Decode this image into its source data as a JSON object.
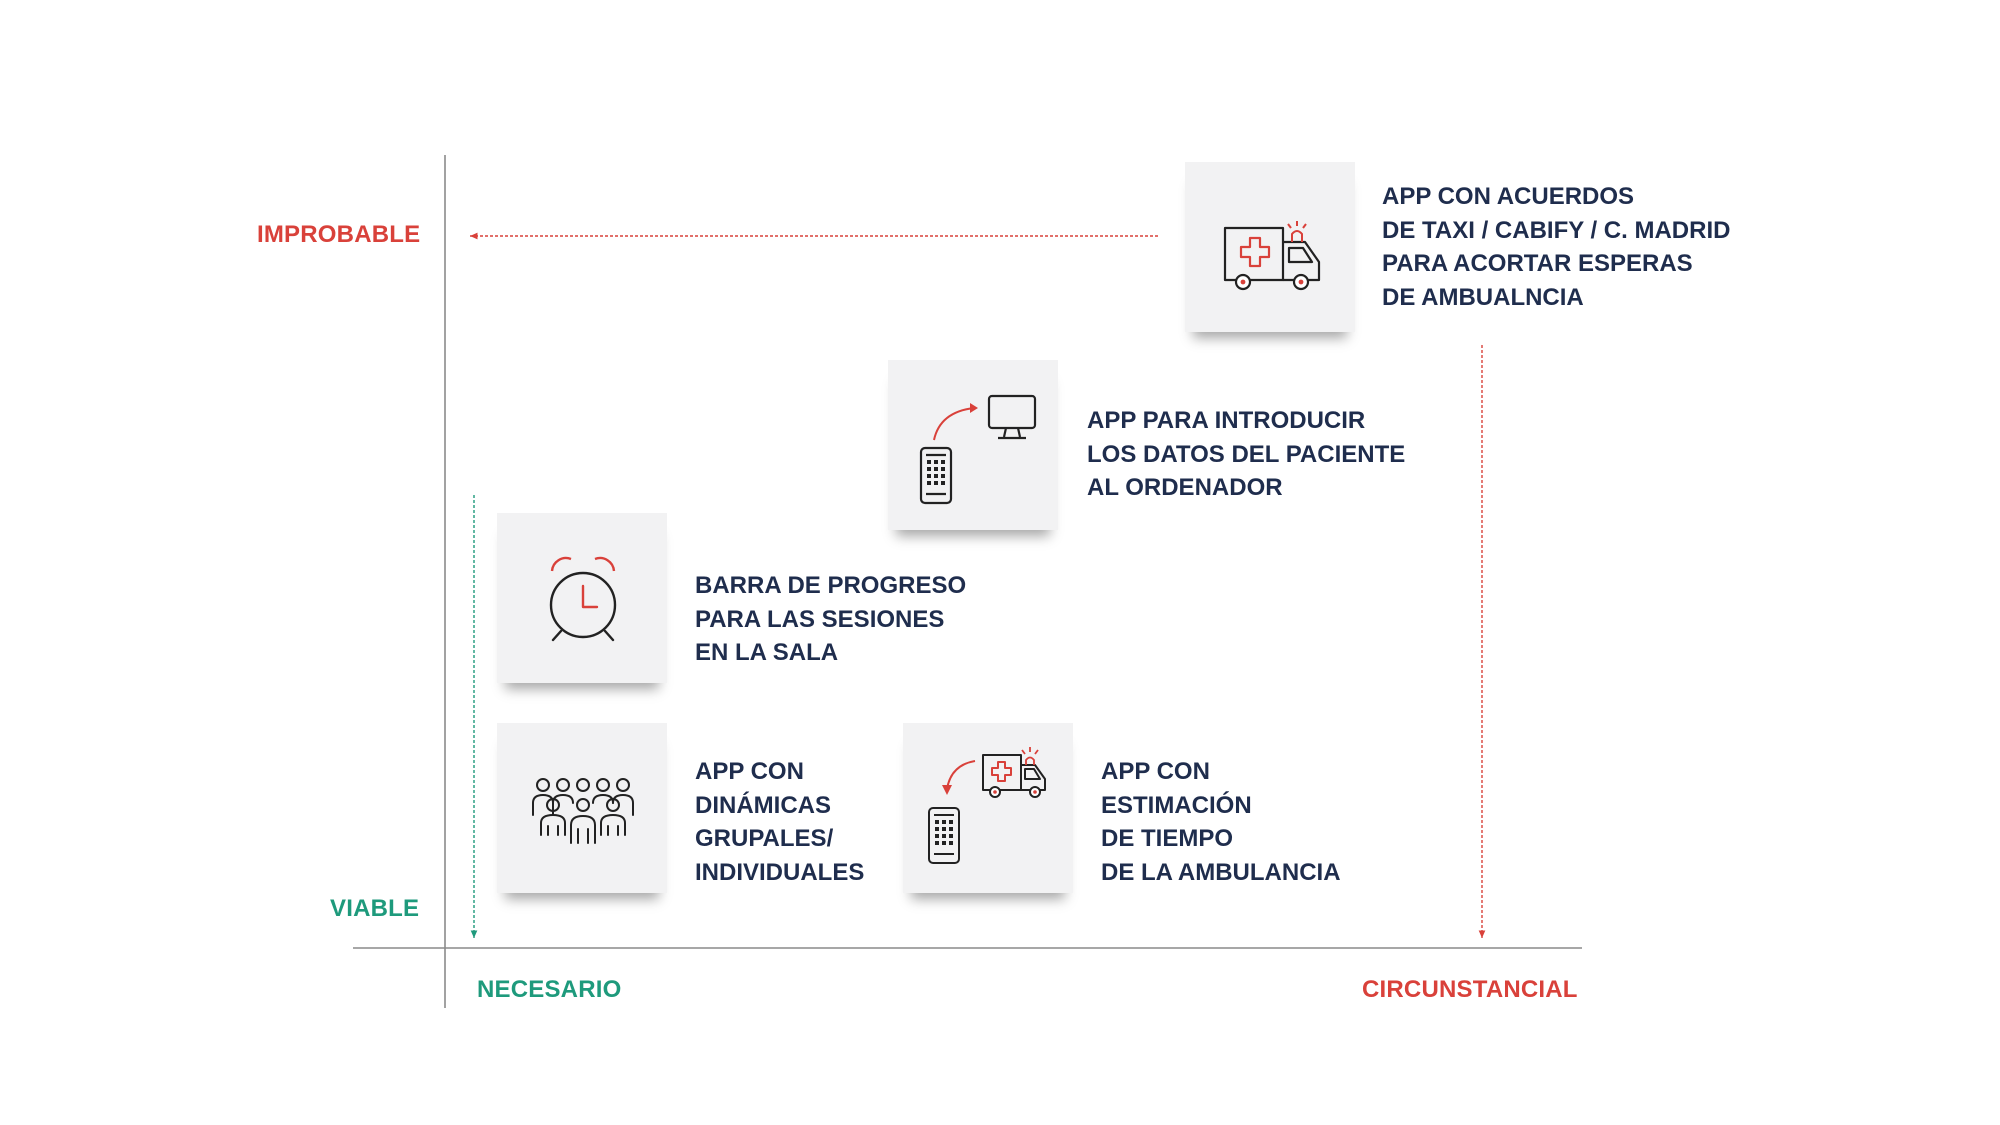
{
  "axes": {
    "y_top": "IMPROBABLE",
    "y_bottom": "VIABLE",
    "x_left": "NECESARIO",
    "x_right": "CIRCUNSTANCIAL"
  },
  "colors": {
    "red": "#d9413a",
    "green": "#1e9a7c",
    "navy": "#1f2d4d",
    "card": "#f2f2f3",
    "axis": "#8a8a8a"
  },
  "ideas": [
    {
      "id": "taxi",
      "icon": "ambulance-icon",
      "lines": [
        "APP CON ACUERDOS",
        "DE TAXI / CABIFY / C. MADRID",
        "PARA ACORTAR ESPERAS",
        "DE AMBUALNCIA"
      ]
    },
    {
      "id": "datos",
      "icon": "phone-to-computer-icon",
      "lines": [
        "APP PARA INTRODUCIR",
        "LOS DATOS DEL PACIENTE",
        "AL ORDENADOR"
      ]
    },
    {
      "id": "barra",
      "icon": "alarm-clock-icon",
      "lines": [
        "BARRA DE PROGRESO",
        "PARA LAS SESIONES",
        "EN LA SALA"
      ]
    },
    {
      "id": "dinamicas",
      "icon": "group-people-icon",
      "lines": [
        "APP CON",
        "DINÁMICAS",
        "GRUPALES/",
        "INDIVIDUALES"
      ]
    },
    {
      "id": "estimacion",
      "icon": "ambulance-to-phone-icon",
      "lines": [
        "APP CON",
        "ESTIMACIÓN",
        "DE TIEMPO",
        "DE LA AMBULANCIA"
      ]
    }
  ]
}
